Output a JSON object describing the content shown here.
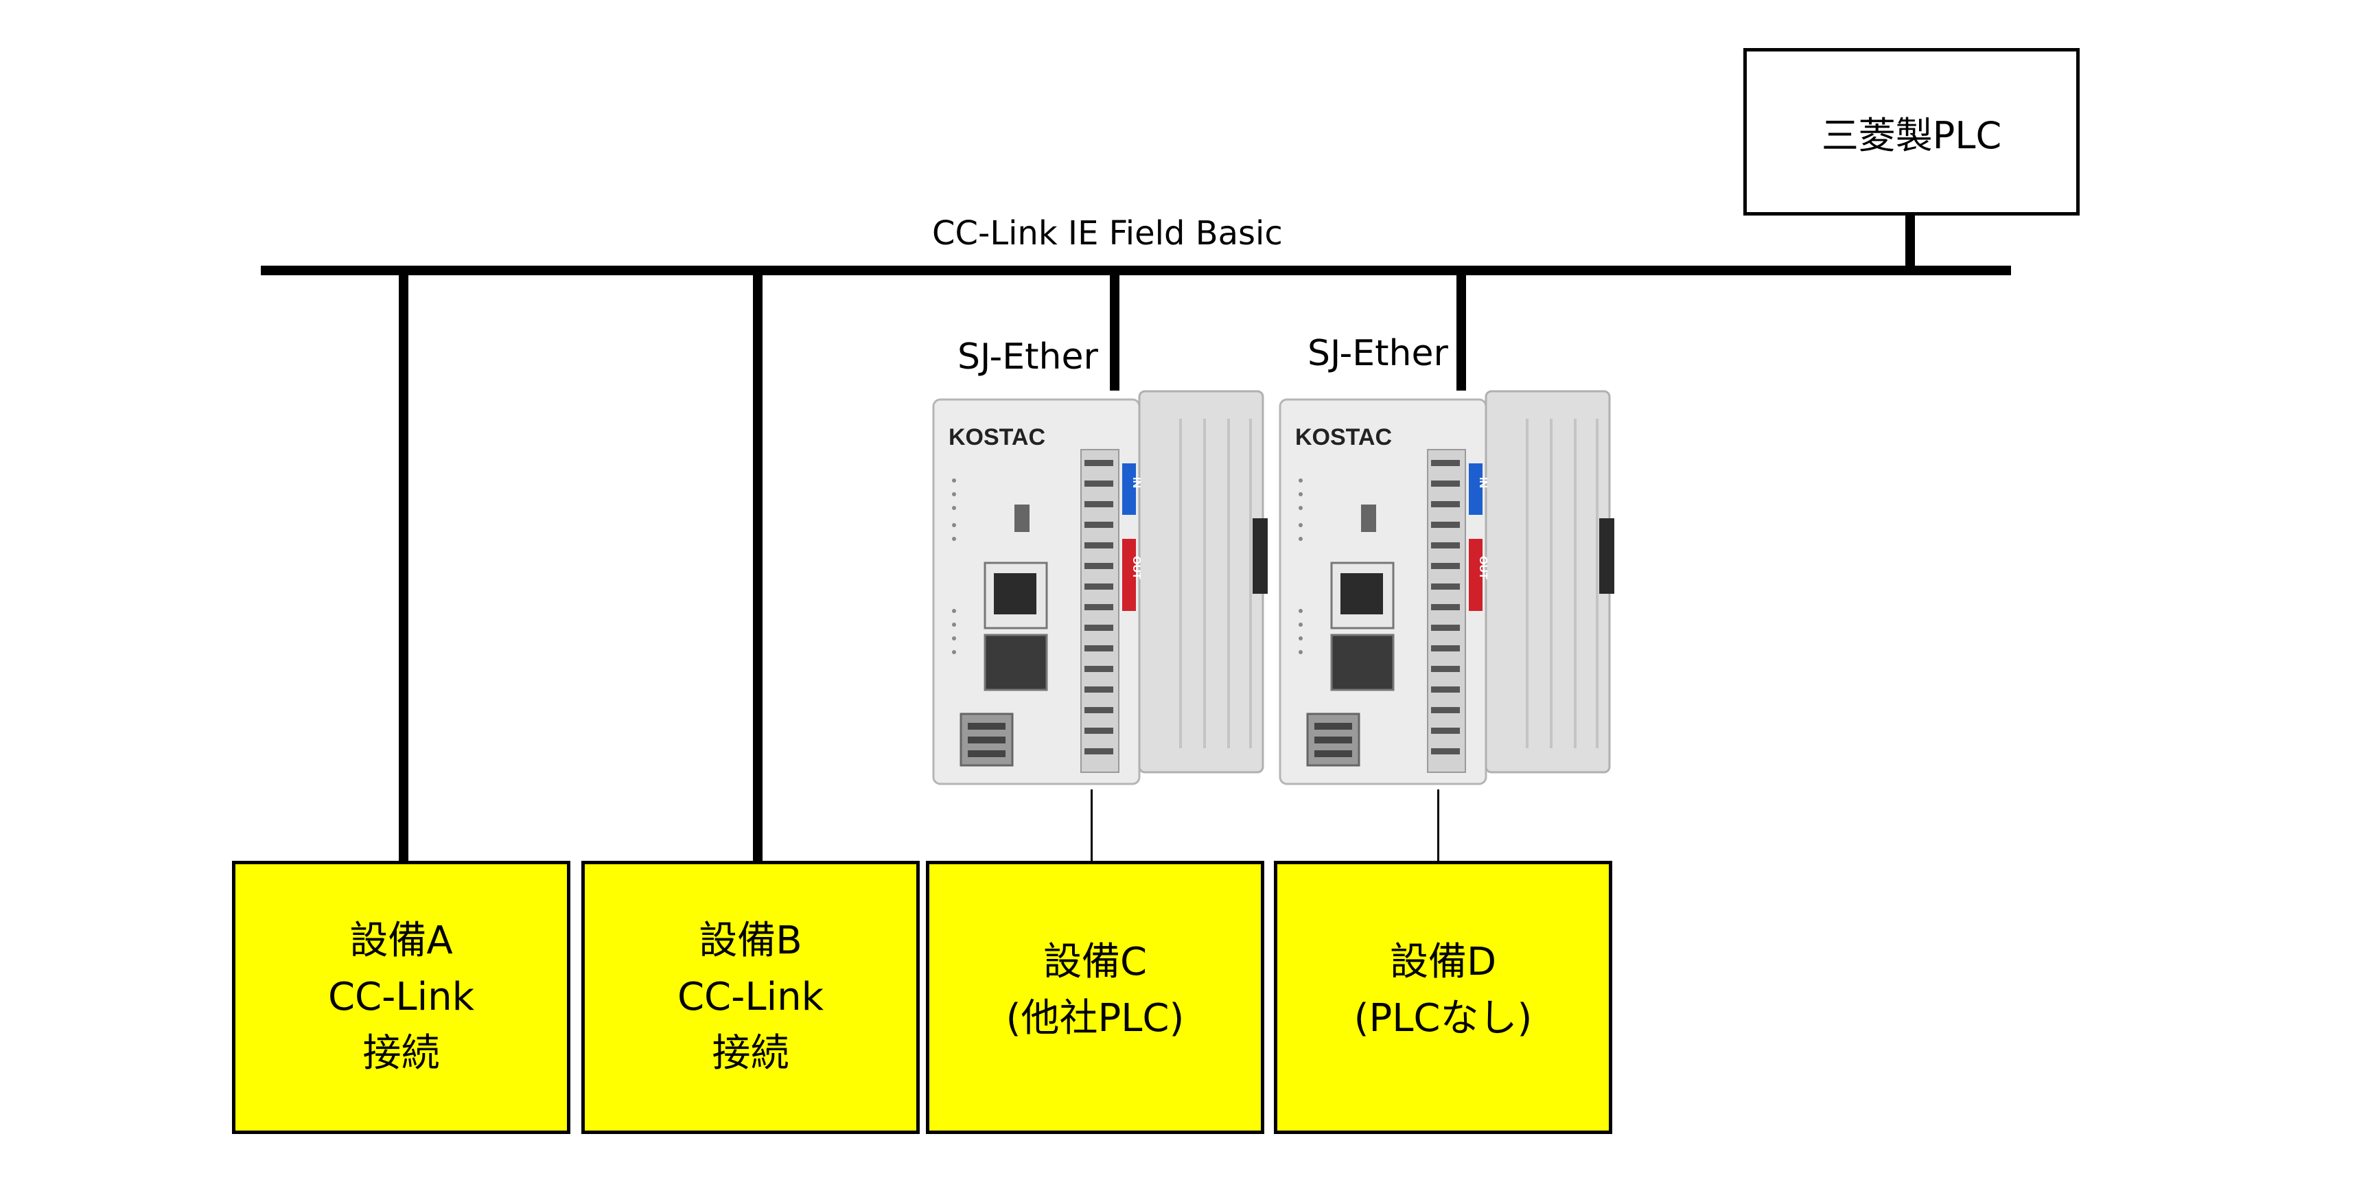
{
  "plc": {
    "label": "三菱製PLC"
  },
  "bus": {
    "label": "CC-Link IE Field Basic"
  },
  "devices": [
    {
      "label": "SJ-Ether",
      "brand": "KOSTAC",
      "in_label": "IN",
      "out_label": "OUT"
    },
    {
      "label": "SJ-Ether",
      "brand": "KOSTAC",
      "in_label": "IN",
      "out_label": "OUT"
    }
  ],
  "equipment": [
    {
      "lines": [
        "設備A",
        "CC-Link",
        "接続"
      ]
    },
    {
      "lines": [
        "設備B",
        "CC-Link",
        "接続"
      ]
    },
    {
      "lines": [
        "設備C",
        "(他社PLC)"
      ]
    },
    {
      "lines": [
        "設備D",
        "(PLCなし)"
      ]
    }
  ],
  "colors": {
    "equipment_fill": "#ffff00",
    "line": "#000000",
    "in_badge": "#1e5fd0",
    "out_badge": "#d0202a"
  }
}
